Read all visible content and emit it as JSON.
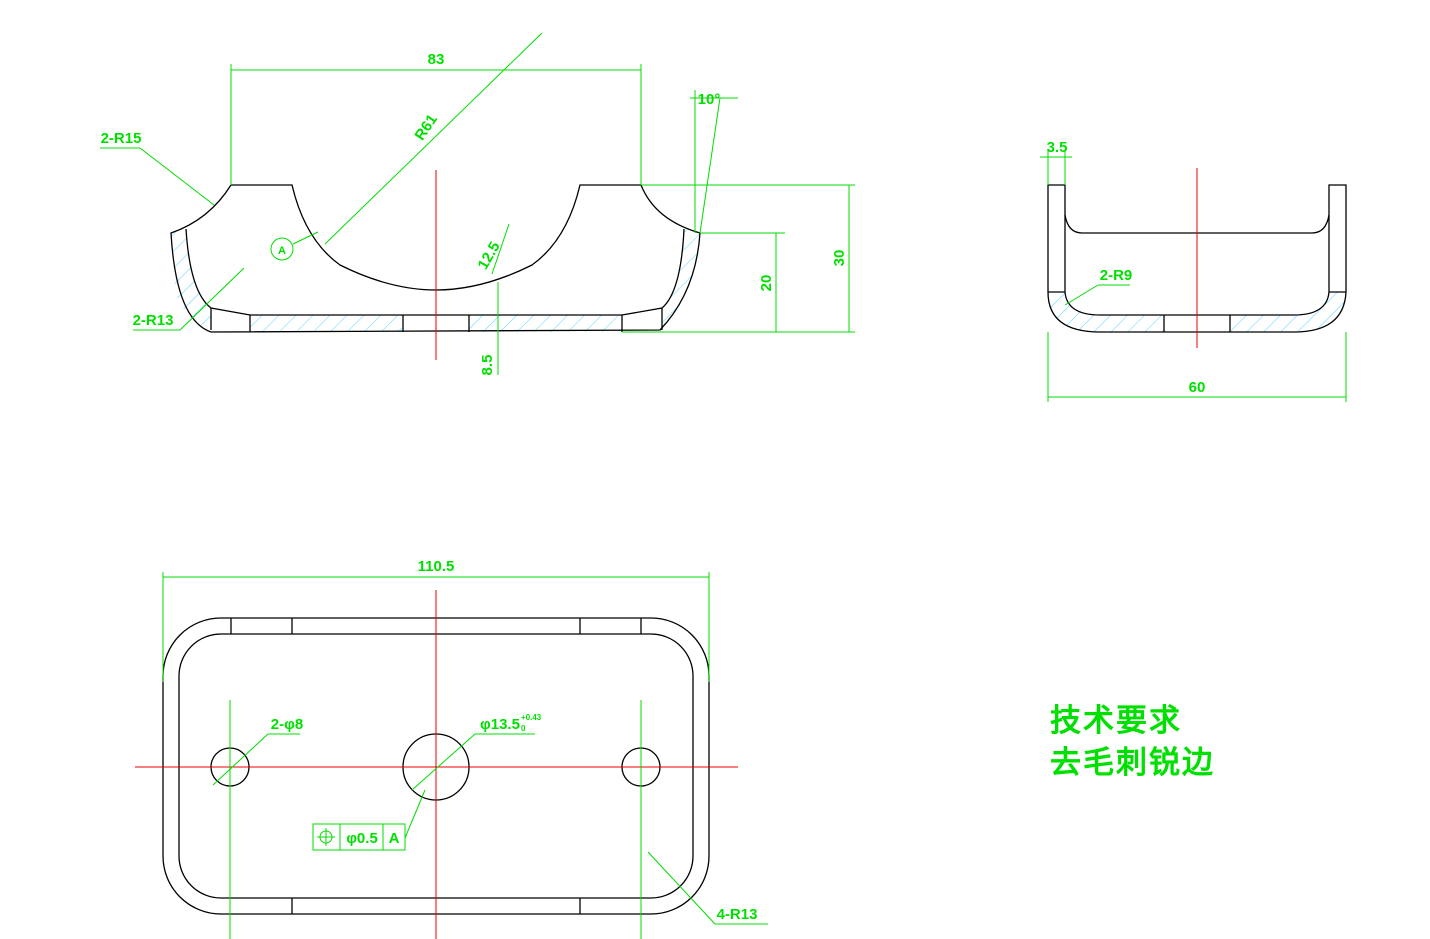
{
  "dimensions": {
    "front_width": "83",
    "front_radius_big": "R61",
    "front_angle": "10°",
    "front_corner_top": "2-R15",
    "front_corner_bottom": "2-R13",
    "front_datum": "A",
    "front_depth": "12.5",
    "front_height_inner": "20",
    "front_height_total": "30",
    "front_thickness": "8.5",
    "side_thickness": "3.5",
    "side_corner": "2-R9",
    "side_width": "60",
    "top_width": "110.5",
    "top_holes": "2-φ8",
    "top_center_hole": "φ13.5",
    "top_tol_upper": "+0.43",
    "top_tol_lower": "0",
    "top_corners": "4-R13"
  },
  "tolerance_frame": {
    "symbol": "⌖",
    "value": "φ0.5",
    "datum": "A"
  },
  "technical_requirements": {
    "title": "技术要求",
    "line1": "去毛刺锐边"
  },
  "colors": {
    "dimension": "#00e000",
    "centerline": "#ee0000",
    "outline": "#000000",
    "hatch": "#2ecbff"
  }
}
